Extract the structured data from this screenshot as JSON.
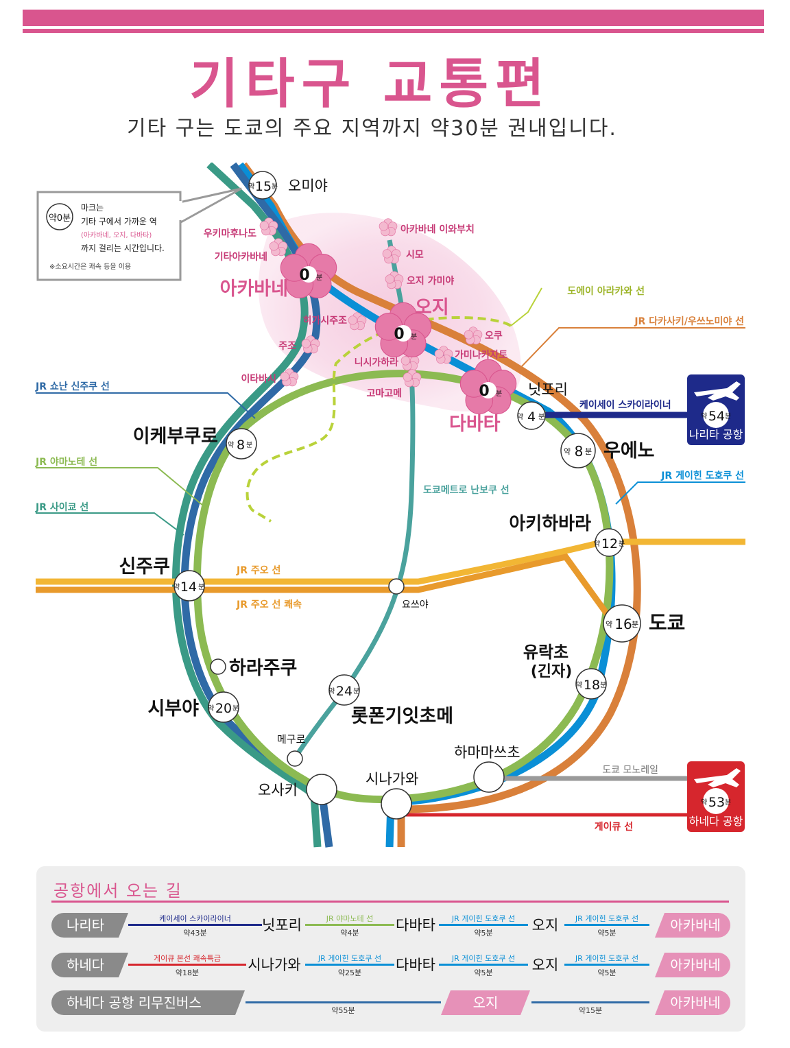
{
  "header": {
    "title": "기타구 교통편",
    "subtitle": "기타 구는 도쿄의 주요 지역까지 약30분 권내입니다."
  },
  "colors": {
    "brand_pink": "#d9558e",
    "yamanote": "#8cba52",
    "keihin": "#0a8fd6",
    "saikyo": "#3a9a86",
    "shonan": "#2f6aa6",
    "takasaki": "#d9803a",
    "chuo": "#e89a2c",
    "namboku": "#4aa29d",
    "arakawa": "#b9d23a",
    "skyliner": "#1e2a8a",
    "keikyu": "#d6262d",
    "monorail": "#9a9a9a",
    "narita_box": "#1e2a8a",
    "haneda_box": "#d6262d"
  },
  "legend": {
    "badge": "약0분",
    "line1": "마크는",
    "line2": "기타 구에서 가까운 역",
    "line3": "(아카바네, 오지, 다바타)",
    "line4": "까지 걸리는 시간입니다.",
    "note": "※소요시간은 쾌속 등을 이용"
  },
  "lines": {
    "shonan": "JR 쇼난 신주쿠 선",
    "yamanote": "JR 야마노테 선",
    "saikyo": "JR 사이쿄 선",
    "arakawa": "도에이 아라카와 선",
    "takasaki": "JR 다카사키/우쓰노미야 선",
    "keihin": "JR 게이힌 도호쿠 선",
    "namboku": "도쿄메트로 난보쿠 선",
    "chuo": "JR 주오 선",
    "chuo_rapid": "JR 주오 선 쾌속",
    "skyliner": "케이세이 스카이라이너",
    "monorail": "도쿄 모노레일",
    "keikyu": "게이큐 선"
  },
  "stations": {
    "omiya": {
      "name": "오미야",
      "time": "15",
      "prefix": "약",
      "unit": "분"
    },
    "akabane": {
      "name": "아카바네",
      "time": "0",
      "unit": "분"
    },
    "oji": {
      "name": "오지",
      "time": "0",
      "unit": "분"
    },
    "tabata": {
      "name": "다바타",
      "time": "0",
      "unit": "분"
    },
    "nippori": {
      "name": "닛포리",
      "time": "4",
      "prefix": "약",
      "unit": "분"
    },
    "ueno": {
      "name": "우에노",
      "time": "8",
      "prefix": "약",
      "unit": "분"
    },
    "akihabara": {
      "name": "아키하바라",
      "time": "12",
      "prefix": "약",
      "unit": "분"
    },
    "tokyo": {
      "name": "도쿄",
      "time": "16",
      "prefix": "약",
      "unit": "분"
    },
    "yurakucho": {
      "name": "유락초",
      "name2": "(긴자)",
      "time": "18",
      "prefix": "약",
      "unit": "분"
    },
    "ikebukuro": {
      "name": "이케부쿠로",
      "time": "8",
      "prefix": "약",
      "unit": "분"
    },
    "shinjuku": {
      "name": "신주쿠",
      "time": "14",
      "prefix": "약",
      "unit": "분"
    },
    "shibuya": {
      "name": "시부야",
      "time": "20",
      "prefix": "약",
      "unit": "분"
    },
    "harajuku": {
      "name": "하라주쿠"
    },
    "roppongi": {
      "name": "롯폰기잇초메",
      "time": "24",
      "prefix": "약",
      "unit": "분"
    },
    "yotsuya": {
      "name": "요쓰야"
    },
    "meguro": {
      "name": "메구로"
    },
    "osaki": {
      "name": "오사키"
    },
    "shinagawa": {
      "name": "시나가와"
    },
    "hamamatsucho": {
      "name": "하마마쓰초"
    }
  },
  "kita_stations": {
    "ukima": "우키마후나도",
    "kitaakabane": "기타아카바네",
    "higashijujo": "히가시주조",
    "jujo": "주조",
    "itabashi": "이타바시",
    "akabane_iwabuchi": "아카바네 이와부치",
    "shimo": "시모",
    "oji_kamiya": "오지 가미야",
    "oku": "오쿠",
    "kaminakazato": "가미나카자토",
    "nishigahara": "니시가하라",
    "komagome": "고마고메"
  },
  "airports": {
    "narita": {
      "name": "나리타 공항",
      "time": "54",
      "prefix": "약",
      "unit": "분"
    },
    "haneda": {
      "name": "하네다 공항",
      "time": "53",
      "prefix": "약",
      "unit": "분"
    }
  },
  "routes": {
    "title": "공항에서 오는 길",
    "narita": {
      "origin": "나리타",
      "seg1_line": "케이세이 스카이라이너",
      "seg1_time": "약43분",
      "st1": "닛포리",
      "seg2_line": "JR 야마노테 선",
      "seg2_time": "약4분",
      "st2": "다바타",
      "seg3_line": "JR 게이힌 도호쿠 선",
      "seg3_time": "약5분",
      "st3": "오지",
      "seg4_line": "JR 게이힌 도호쿠 선",
      "seg4_time": "약5분",
      "dest": "아카바네"
    },
    "haneda": {
      "origin": "하네다",
      "seg1_line": "게이큐 본선 쾌속특급",
      "seg1_time": "약18분",
      "st1": "시나가와",
      "seg2_line": "JR 게이힌 도호쿠 선",
      "seg2_time": "약25분",
      "st2": "다바타",
      "seg3_line": "JR 게이힌 도호쿠 선",
      "seg3_time": "약5분",
      "st3": "오지",
      "seg4_line": "JR 게이힌 도호쿠 선",
      "seg4_time": "약5분",
      "dest": "아카바네"
    },
    "bus": {
      "origin": "하네다 공항 리무진버스",
      "seg1_time": "약55분",
      "mid": "오지",
      "seg2_time": "약15분",
      "dest": "아카바네"
    }
  }
}
